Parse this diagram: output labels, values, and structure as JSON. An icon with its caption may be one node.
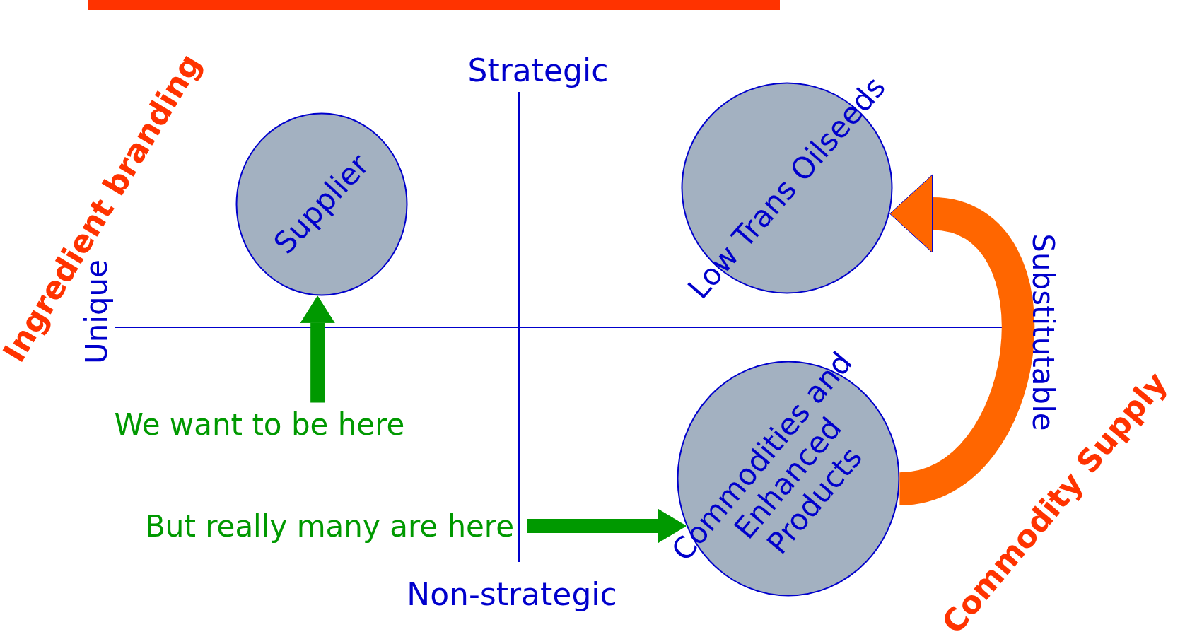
{
  "diagram": {
    "nodes": [
      {
        "text": [
          "Supplier"
        ]
      },
      {
        "text": [
          "Low Trans Oilseeds"
        ]
      },
      {
        "text": [
          "Commodities and Enhanced Products"
        ]
      },
      {
        "text": [
          "We want to be here"
        ]
      },
      {
        "text": [
          "But really many are here"
        ]
      }
    ],
    "edges": [
      {
        "from": 3,
        "to": 0,
        "arrow": "to"
      },
      {
        "from": 4,
        "to": 2,
        "arrow": "to"
      },
      {
        "from": 2,
        "to": 1,
        "arrow": "to",
        "style": "thick",
        "color": "#ff6600"
      }
    ],
    "labels": [
      "Strategic",
      "Ingredient branding",
      "Unique",
      "Substitutable",
      "Commodity Supply",
      "Non-strategic"
    ]
  }
}
